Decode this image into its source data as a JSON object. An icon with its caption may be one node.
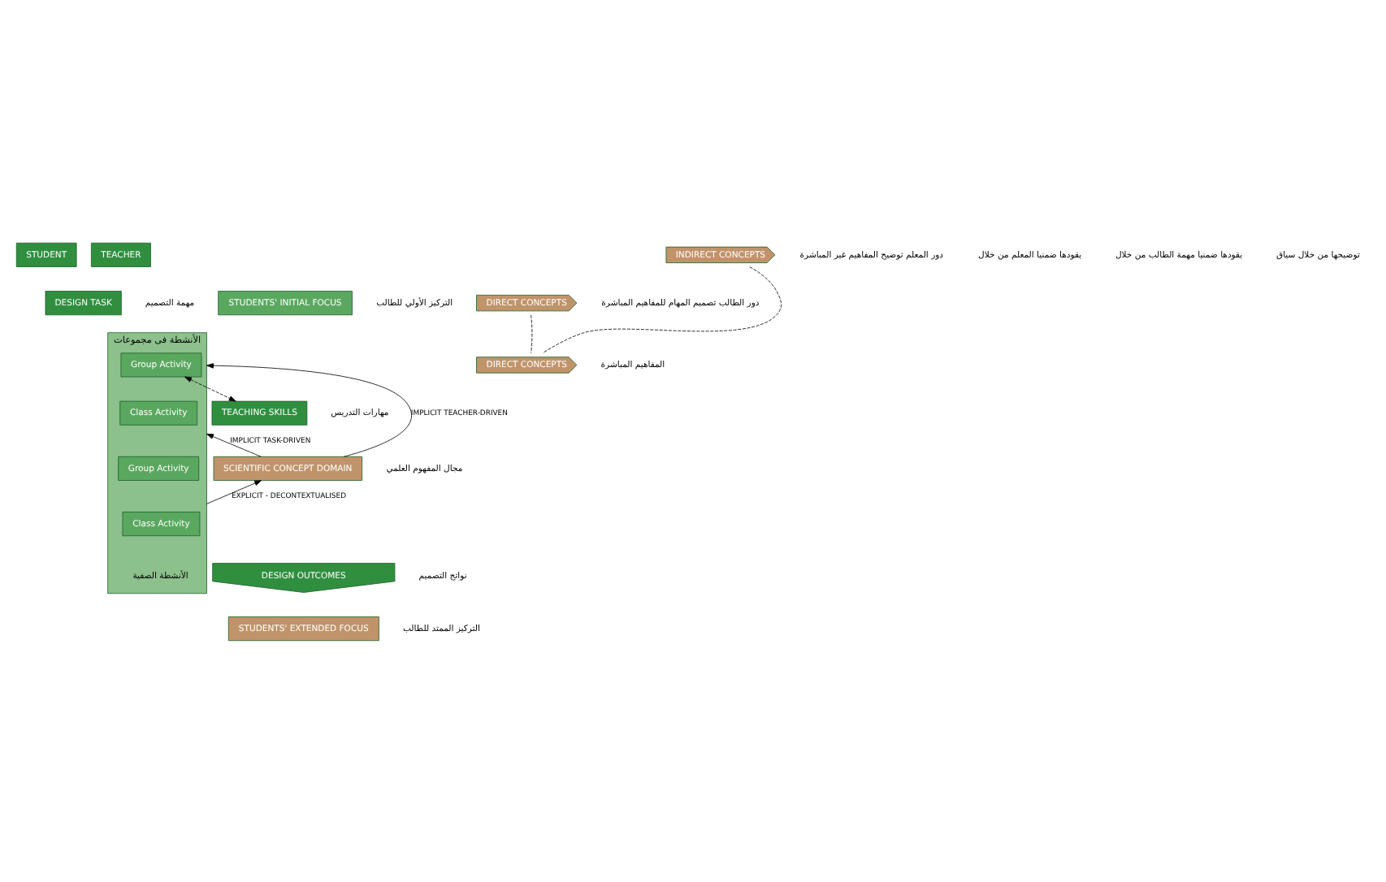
{
  "diagram": {
    "nodes": [
      {
        "text": [
          "STUDENT"
        ]
      },
      {
        "text": [
          "TEACHER"
        ]
      },
      {
        "text": [
          "DESIGN TASK"
        ],
        "beside": [
          "مهمة التصميم"
        ]
      },
      {
        "text": [
          "الأنشطة فى مجموعات",
          "الأنشطة الصفية"
        ]
      },
      {
        "text": [
          "Group Activity"
        ],
        "in": 3
      },
      {
        "text": [
          "Class Activity"
        ],
        "in": 3
      },
      {
        "text": [
          "Group Activity"
        ],
        "in": 3
      },
      {
        "text": [
          "Class Activity"
        ],
        "in": 3
      },
      {
        "text": [
          "TEACHING SKILLS"
        ],
        "beside": [
          "مهارات التدريس"
        ]
      },
      {
        "text": [
          "DESIGN OUTCOMES"
        ],
        "beside": [
          "نواتج التصميم"
        ]
      },
      {
        "text": [
          "INDIRECT CONCEPTS"
        ],
        "beside": [
          "دور المعلم توضيح المفاهيم غير المباشرة"
        ]
      },
      {
        "text": [
          "DIRECT CONCEPTS"
        ],
        "beside": [
          "دور الطالب تصميم المهام للمفاهيم المباشرة"
        ]
      },
      {
        "text": [
          "DIRECT CONCEPTS"
        ],
        "beside": [
          "المفاهيم المباشرة"
        ]
      },
      {
        "text": [
          "SCIENTIFIC CONCEPT DOMAIN"
        ],
        "beside": [
          "مجال المفهوم العلمي"
        ]
      },
      {
        "text": [
          "STUDENTS' INITIAL FOCUS"
        ],
        "beside": [
          "التركيز الأولي للطالب"
        ]
      },
      {
        "text": [
          "STUDENTS' EXTENDED FOCUS"
        ],
        "beside": [
          "التركيز الممتد للطالب"
        ]
      }
    ],
    "edges": [
      {
        "from": 3,
        "to": 13,
        "arrow": "to",
        "label": "EXPLICIT - DECONTEXTUALISED"
      },
      {
        "from": 13,
        "to": 3,
        "arrow": "to",
        "label": "IMPLICIT TEACHER-DRIVEN"
      },
      {
        "from": 13,
        "to": 3,
        "arrow": "to",
        "label": "IMPLICIT TASK-DRIVEN"
      },
      {
        "from": 4,
        "to": 8,
        "arrow": "both",
        "style": "dashed"
      },
      {
        "from": 10,
        "to": 12,
        "arrow": "none",
        "style": "dashed"
      },
      {
        "from": 11,
        "to": 12,
        "arrow": "none",
        "style": "dashed"
      }
    ],
    "labels": [
      "يقودها ضمنيا المعلم من خلال",
      "يقودها ضمنيا مهمة الطالب من خلال",
      "توضيحها من خلال سياق"
    ]
  }
}
